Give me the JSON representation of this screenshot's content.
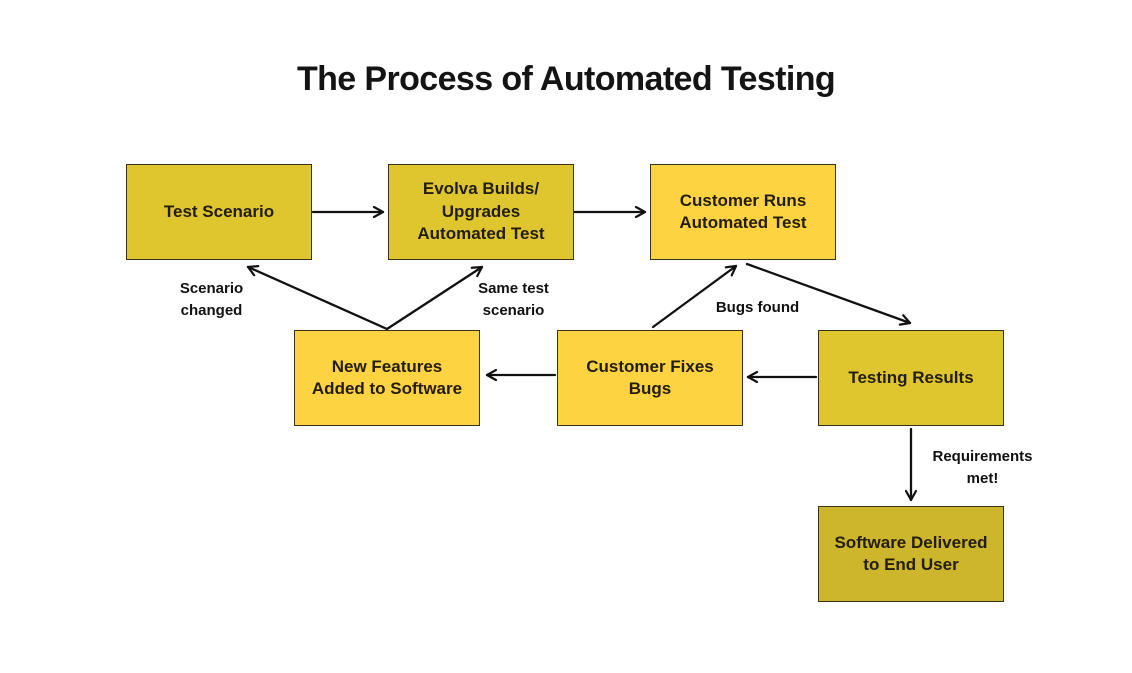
{
  "title": "The Process of Automated Testing",
  "colors": {
    "gold": "#dfc62f",
    "bright_yellow": "#fdd342",
    "olive_gold": "#cdb62c",
    "arrow": "#111111",
    "box_border": "#35311b",
    "box_text": "#231d0b",
    "background": "#ffffff"
  },
  "nodes": [
    {
      "id": "test-scenario",
      "label": "Test Scenario",
      "lines": [
        "Test Scenario"
      ]
    },
    {
      "id": "evolva-builds",
      "label": "Evolva Builds/ Upgrades Automated Test",
      "lines": [
        "Evolva Builds/",
        "Upgrades",
        "Automated Test"
      ]
    },
    {
      "id": "customer-runs",
      "label": "Customer Runs Automated Test",
      "lines": [
        "Customer Runs",
        "Automated Test"
      ]
    },
    {
      "id": "new-features",
      "label": "New Features Added to Software",
      "lines": [
        "New Features",
        "Added to Software"
      ]
    },
    {
      "id": "customer-fixes",
      "label": "Customer Fixes Bugs",
      "lines": [
        "Customer Fixes",
        "Bugs"
      ]
    },
    {
      "id": "testing-results",
      "label": "Testing Results",
      "lines": [
        "Testing Results"
      ]
    },
    {
      "id": "software-delivered",
      "label": "Software Delivered to End User",
      "lines": [
        "Software Delivered",
        "to End User"
      ]
    }
  ],
  "edge_labels": [
    {
      "id": "scenario-changed",
      "label": "Scenario changed",
      "lines": [
        "Scenario",
        "changed"
      ]
    },
    {
      "id": "same-test-scenario",
      "label": "Same test scenario",
      "lines": [
        "Same test",
        "scenario"
      ]
    },
    {
      "id": "bugs-found",
      "label": "Bugs found",
      "lines": [
        "Bugs found"
      ]
    },
    {
      "id": "requirements-met",
      "label": "Requirements met!",
      "lines": [
        "Requirements",
        "met!"
      ]
    }
  ]
}
